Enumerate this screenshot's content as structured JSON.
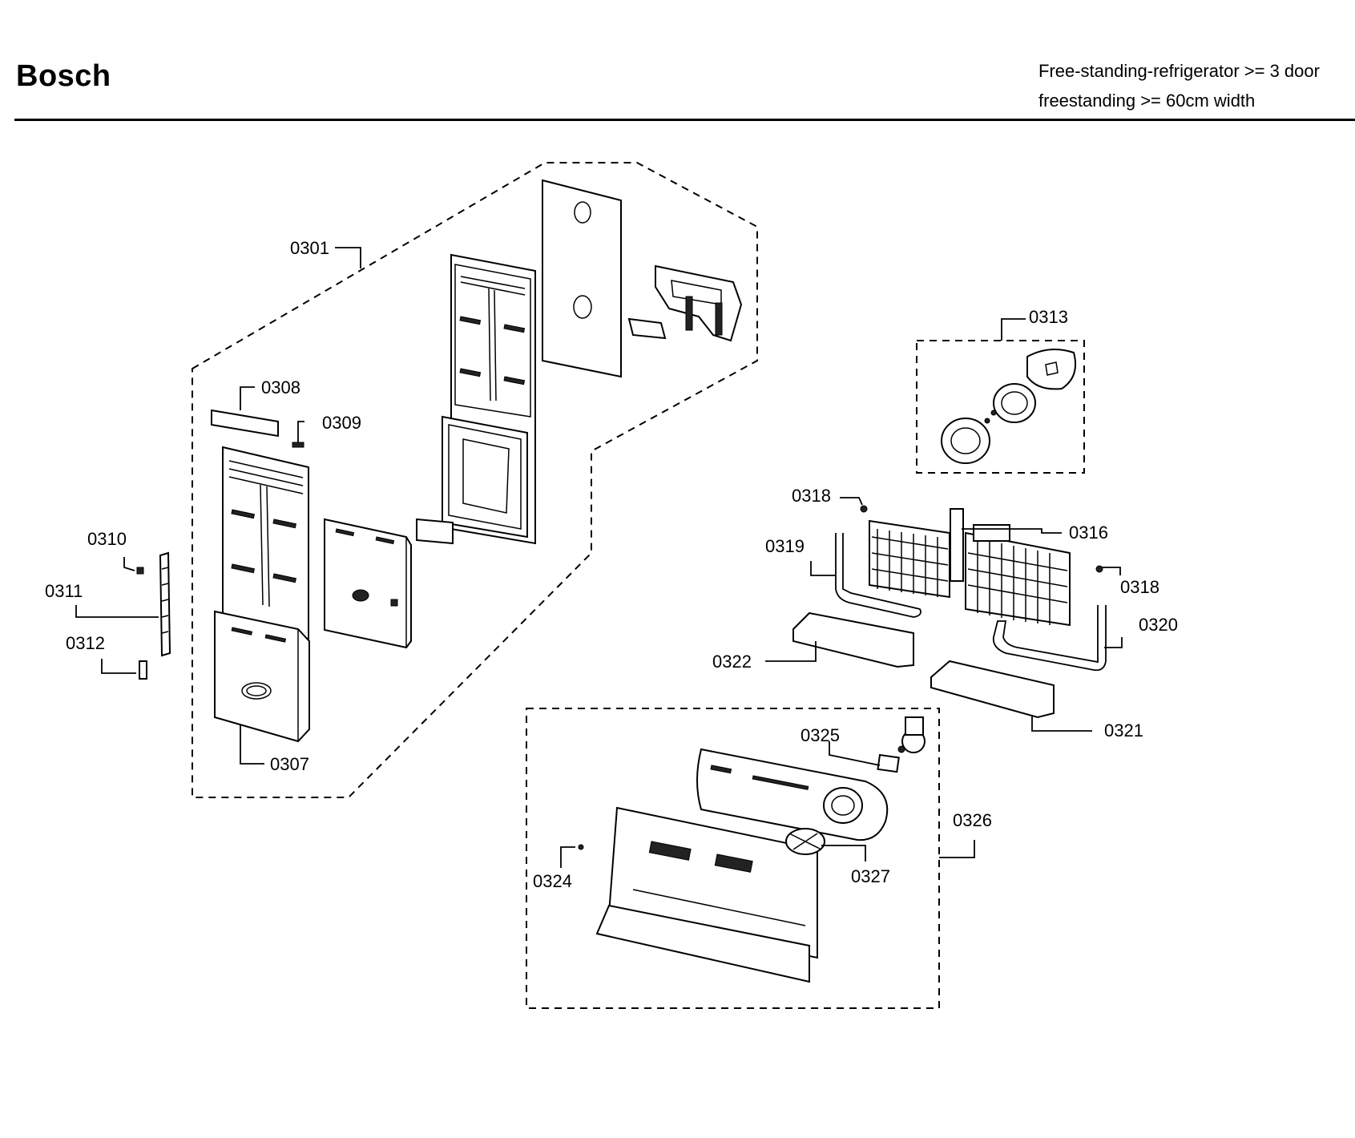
{
  "header": {
    "brand": "Bosch",
    "description_line1": "Free-standing-refrigerator >= 3 door",
    "description_line2": "freestanding >= 60cm width"
  },
  "callouts": {
    "c0301": "0301",
    "c0307": "0307",
    "c0308": "0308",
    "c0309": "0309",
    "c0310": "0310",
    "c0311": "0311",
    "c0312": "0312",
    "c0313": "0313",
    "c0316": "0316",
    "c0318a": "0318",
    "c0318b": "0318",
    "c0319": "0319",
    "c0320": "0320",
    "c0321": "0321",
    "c0322": "0322",
    "c0324": "0324",
    "c0325": "0325",
    "c0326": "0326",
    "c0327": "0327"
  }
}
